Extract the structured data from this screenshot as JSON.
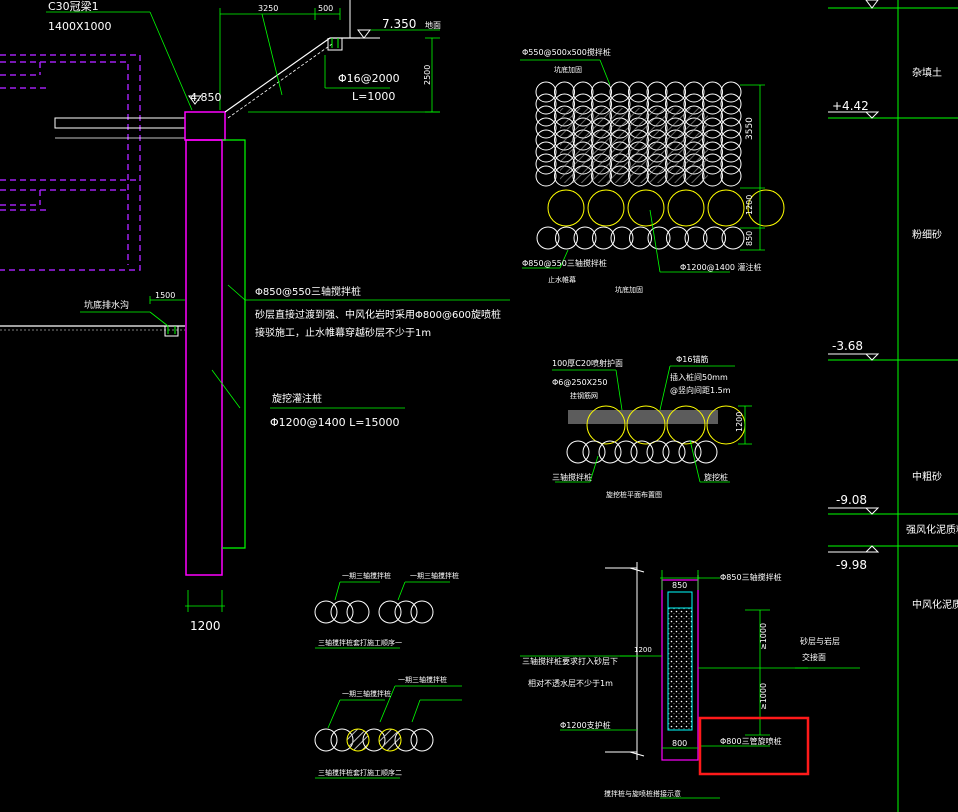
{
  "drawing": {
    "background": "#000000",
    "colors": {
      "green": "#00ff00",
      "white": "#ffffff",
      "magenta": "#ff00ff",
      "purple": "#a020f0",
      "yellow": "#ffff00",
      "cyan": "#00ffff",
      "red": "#ff1a1a",
      "gray": "#9a9a9a"
    },
    "section": {
      "beam_label_1": "C30冠梁1",
      "beam_label_2": "1400X1000",
      "dim_3250": "3250",
      "dim_500": "500",
      "elev_ground": "7.350",
      "ground_label": "地面",
      "anchor_label": "Φ16@2000",
      "anchor_length": "L=1000",
      "dim_2500": "2500",
      "elev_top": "4.850",
      "pit_drain": "坑底排水沟",
      "dim_1500": "1500",
      "mixing_pile": "Φ850@550三轴搅拌桩",
      "note_line1": "砂层直接过渡到强、中风化岩时采用Φ800@600旋喷桩",
      "note_line2": "接驳施工，止水帷幕穿越砂层不少于1m",
      "bored_pile_label": "旋挖灌注桩",
      "bored_pile_spec": "Φ1200@1400 L=15000",
      "dim_1200": "1200"
    },
    "plan_top": {
      "title": "Φ550@500x500搅拌桩",
      "subtitle": "坑底加固",
      "dim_3550": "3550",
      "dim_1200": "1200",
      "dim_850": "850",
      "left_label": "Φ850@550三轴搅拌桩",
      "left_sub": "止水帷幕",
      "right_label": "Φ1200@1400 灌注桩",
      "caption": "坑底加固"
    },
    "plan_mid": {
      "label_left": "100厚C20喷射护面",
      "label_left2": "Φ6@250X250",
      "label_left3": "挂钢筋网",
      "label_right": "Φ16锚筋",
      "label_right2": "插入桩间50mm",
      "label_right3": "@竖向间距1.5m",
      "dim_1200": "1200",
      "label_mixing": "三轴搅拌桩",
      "label_bored": "旋挖桩",
      "caption": "旋挖桩平面布置图"
    },
    "method1": {
      "label_a": "一期三轴搅拌桩",
      "label_b": "一期三轴搅拌桩",
      "caption": "三轴搅拌桩套打施工顺序一"
    },
    "method2": {
      "label_a": "一期三轴搅拌桩",
      "label_b": "一期三轴搅拌桩",
      "caption": "三轴搅拌桩套打施工顺序二"
    },
    "detail": {
      "dim_850": "850",
      "mixing_label": "Φ850三轴搅拌桩",
      "dim_1200": "1200",
      "note1": "三轴搅拌桩要求打入砂层下",
      "note2": "相对不透水层不少于1m",
      "dim_1000a": "≥1000",
      "dim_1000b": "≥1000",
      "right_note1": "砂层与岩层",
      "right_note2": "交接面",
      "pile_label": "Φ1200支护桩",
      "jet_label": "Φ800三管旋喷桩",
      "dim_800": "800",
      "caption": "搅拌桩与旋喷桩搭接示意"
    },
    "strata": {
      "layer1": "杂填土",
      "elev1": "+4.42",
      "layer2": "粉细砂",
      "elev2": "-3.68",
      "layer3": "中粗砂",
      "elev3": "-9.08",
      "layer4": "强风化泥质粉砂",
      "elev4": "-9.98",
      "layer5": "中风化泥质粉砂"
    }
  }
}
